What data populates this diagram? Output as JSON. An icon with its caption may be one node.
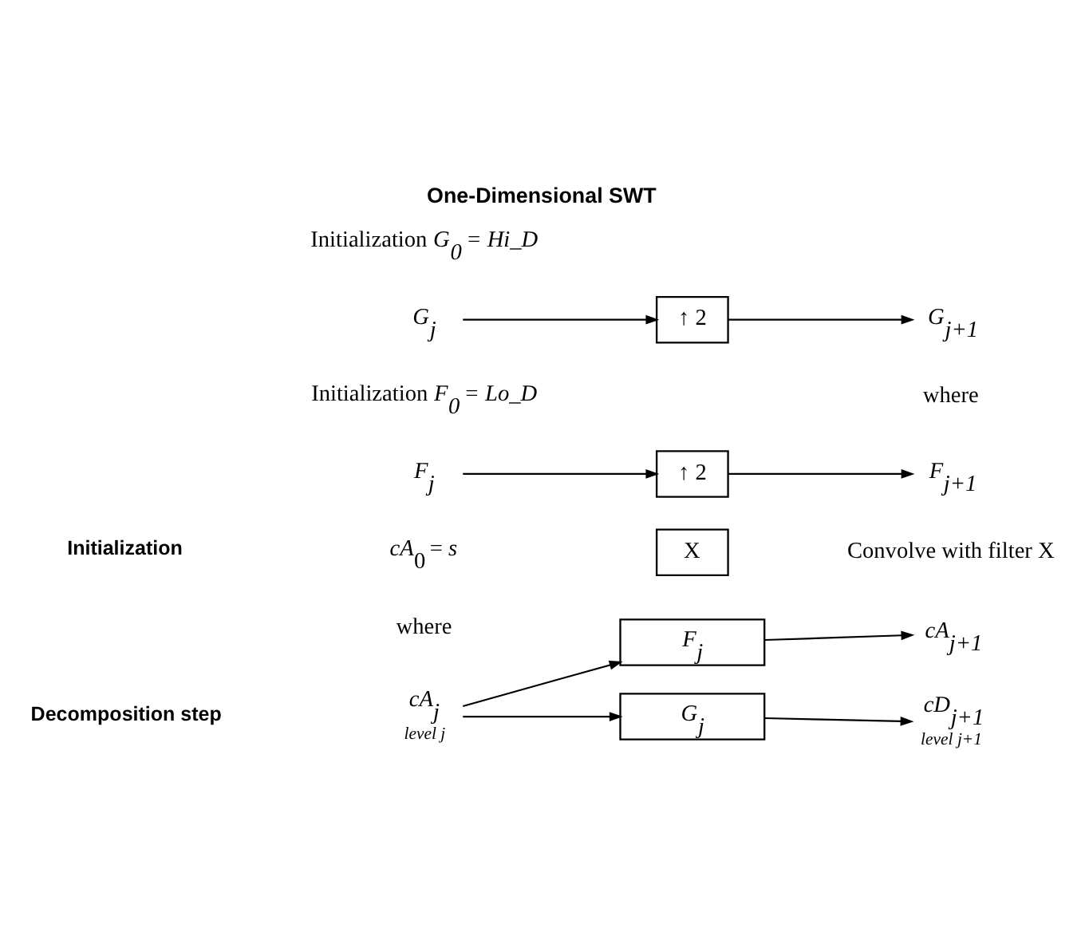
{
  "diagram": {
    "title": "One-Dimensional SWT",
    "nodes": [
      {
        "text": [
          "cA$_{j}$"
        ],
        "beside": [
          "level j"
        ]
      },
      {
        "text": [
          "F$_{j}$"
        ]
      },
      {
        "text": [
          "G$_{j}$"
        ]
      },
      {
        "text": [
          "cA$_{j+1}$"
        ]
      },
      {
        "text": [
          "cD$_{j+1}$"
        ],
        "beside": [
          "level j+1"
        ]
      },
      {
        "text": [
          "X"
        ]
      },
      {
        "text": [
          "F$_{j}$"
        ]
      },
      {
        "text": [
          "↑ 2"
        ]
      },
      {
        "text": [
          "F$_{j+1}$"
        ]
      },
      {
        "text": [
          "G$_{j}$"
        ]
      },
      {
        "text": [
          "↑ 2"
        ]
      },
      {
        "text": [
          "G$_{j+1}$"
        ]
      }
    ],
    "edges": [
      {
        "from": 0,
        "to": 1,
        "arrow": "to"
      },
      {
        "from": 0,
        "to": 2,
        "arrow": "to"
      },
      {
        "from": 1,
        "to": 3,
        "arrow": "to"
      },
      {
        "from": 2,
        "to": 4,
        "arrow": "to"
      },
      {
        "from": 6,
        "to": 7,
        "arrow": "to"
      },
      {
        "from": 7,
        "to": 8,
        "arrow": "to"
      },
      {
        "from": 9,
        "to": 10,
        "arrow": "to"
      },
      {
        "from": 10,
        "to": 11,
        "arrow": "to"
      }
    ],
    "labels": [
      "Decomposition step",
      "where",
      "Convolve with filter X",
      "Initialization",
      "*cA*$_{0}$ = *s*",
      "Initialization *F$_{0}$ = Lo_D*",
      "where",
      "Initialization *G$_{0}$ = Hi_D*"
    ]
  }
}
